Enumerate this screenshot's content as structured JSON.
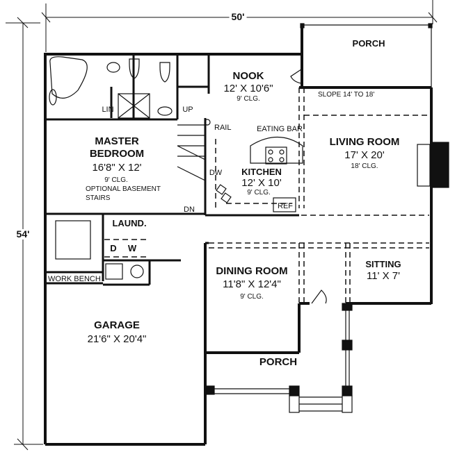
{
  "overall_dimensions": {
    "width": "50'",
    "depth": "54'"
  },
  "rooms": {
    "porch_rear": {
      "name": "PORCH"
    },
    "nook": {
      "name": "NOOK",
      "size": "12' X 10'6\"",
      "ceiling": "9' CLG."
    },
    "living_room": {
      "name": "LIVING ROOM",
      "size": "17' X 20'",
      "ceiling": "18' CLG.",
      "note": "SLOPE 14' TO 18'"
    },
    "master_bedroom": {
      "name_line1": "MASTER",
      "name_line2": "BEDROOM",
      "size": "16'8\" X 12'",
      "ceiling": "9' CLG.",
      "note_line1": "OPTIONAL BASEMENT",
      "note_line2": "STAIRS"
    },
    "kitchen": {
      "name": "KITCHEN",
      "size": "12' X 10'",
      "ceiling": "9' CLG.",
      "eating_bar": "EATING BAR",
      "dishwasher": "DW",
      "refrigerator": "REF"
    },
    "stairs": {
      "up": "UP",
      "down": "DN",
      "rail": "RAIL"
    },
    "master_bath": {
      "linen": "LIN"
    },
    "laundry": {
      "name": "LAUND.",
      "dryer": "D",
      "washer": "W"
    },
    "work_bench": {
      "name": "WORK BENCH"
    },
    "dining_room": {
      "name": "DINING ROOM",
      "size": "11'8\" X 12'4\"",
      "ceiling": "9' CLG."
    },
    "sitting": {
      "name": "SITTING",
      "size": "11' X 7'"
    },
    "garage": {
      "name": "GARAGE",
      "size": "21'6\" X 20'4\""
    },
    "porch_front": {
      "name": "PORCH"
    }
  },
  "colors": {
    "line": "#111111",
    "background": "#ffffff"
  }
}
